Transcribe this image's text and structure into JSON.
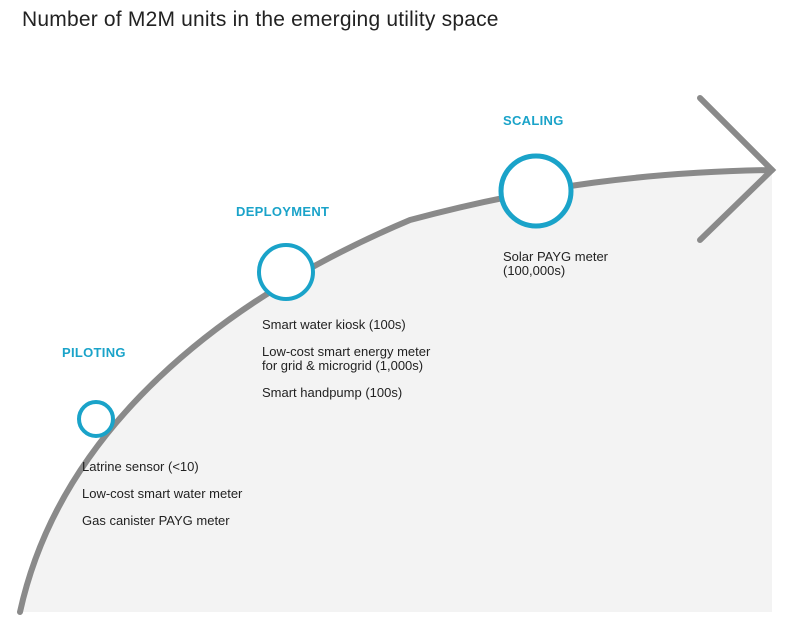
{
  "title": "Number of M2M units in the emerging utility space",
  "colors": {
    "accent": "#1aa3c9",
    "curve": "#8a8a8a",
    "fill": "#f3f3f3",
    "text": "#222222"
  },
  "stages": [
    {
      "label": "PILOTING",
      "items": [
        "Latrine sensor (<10)",
        "Low-cost smart water meter",
        "Gas canister PAYG meter"
      ]
    },
    {
      "label": "DEPLOYMENT",
      "items": [
        "Smart water kiosk (100s)",
        "Low-cost smart energy meter\nfor grid & microgrid (1,000s)",
        "Smart handpump (100s)"
      ]
    },
    {
      "label": "SCALING",
      "items": [
        "Solar PAYG meter\n(100,000s)"
      ]
    }
  ]
}
